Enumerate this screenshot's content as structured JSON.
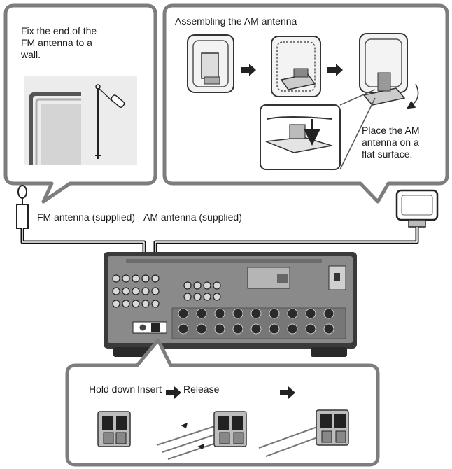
{
  "fm_callout": {
    "instruction": "Fix the end of the\nFM antenna to a\nwall."
  },
  "am_callout": {
    "title": "Assembling the AM antenna",
    "note": "Place the AM\nantenna on a\nflat surface."
  },
  "labels": {
    "fm_antenna": "FM antenna (supplied)",
    "am_antenna": "AM antenna (supplied)"
  },
  "steps_callout": {
    "steps": [
      "Hold down",
      "Insert",
      "Release"
    ]
  },
  "colors": {
    "frame": "#7d7d7d",
    "frame_fill": "#ffffff",
    "receiver_body": "#3a3a3a",
    "receiver_panel": "#8a8a8a",
    "cable": "#222222"
  }
}
